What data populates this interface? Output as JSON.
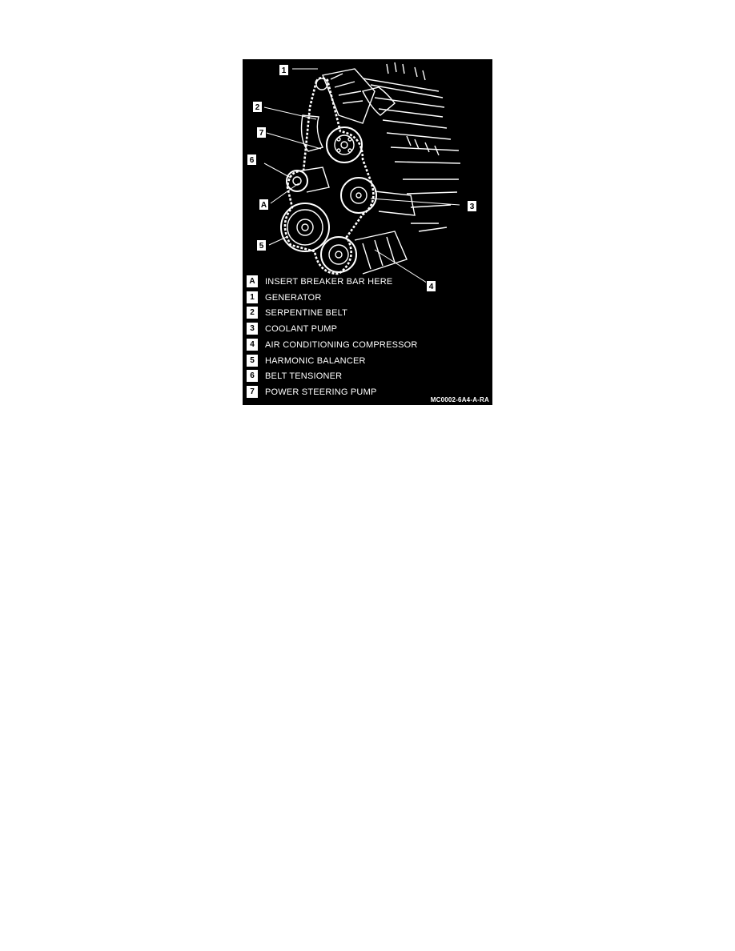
{
  "figure": {
    "code": "MC0002-6A4-A-RA",
    "callouts": {
      "one": "1",
      "two": "2",
      "seven": "7",
      "six": "6",
      "a": "A",
      "three": "3",
      "five": "5",
      "four": "4"
    },
    "legend": [
      {
        "key": "A",
        "label": "INSERT BREAKER BAR HERE"
      },
      {
        "key": "1",
        "label": "GENERATOR"
      },
      {
        "key": "2",
        "label": "SERPENTINE BELT"
      },
      {
        "key": "3",
        "label": "COOLANT PUMP"
      },
      {
        "key": "4",
        "label": "AIR CONDITIONING COMPRESSOR"
      },
      {
        "key": "5",
        "label": "HARMONIC BALANCER"
      },
      {
        "key": "6",
        "label": "BELT TENSIONER"
      },
      {
        "key": "7",
        "label": "POWER STEERING PUMP"
      }
    ]
  }
}
